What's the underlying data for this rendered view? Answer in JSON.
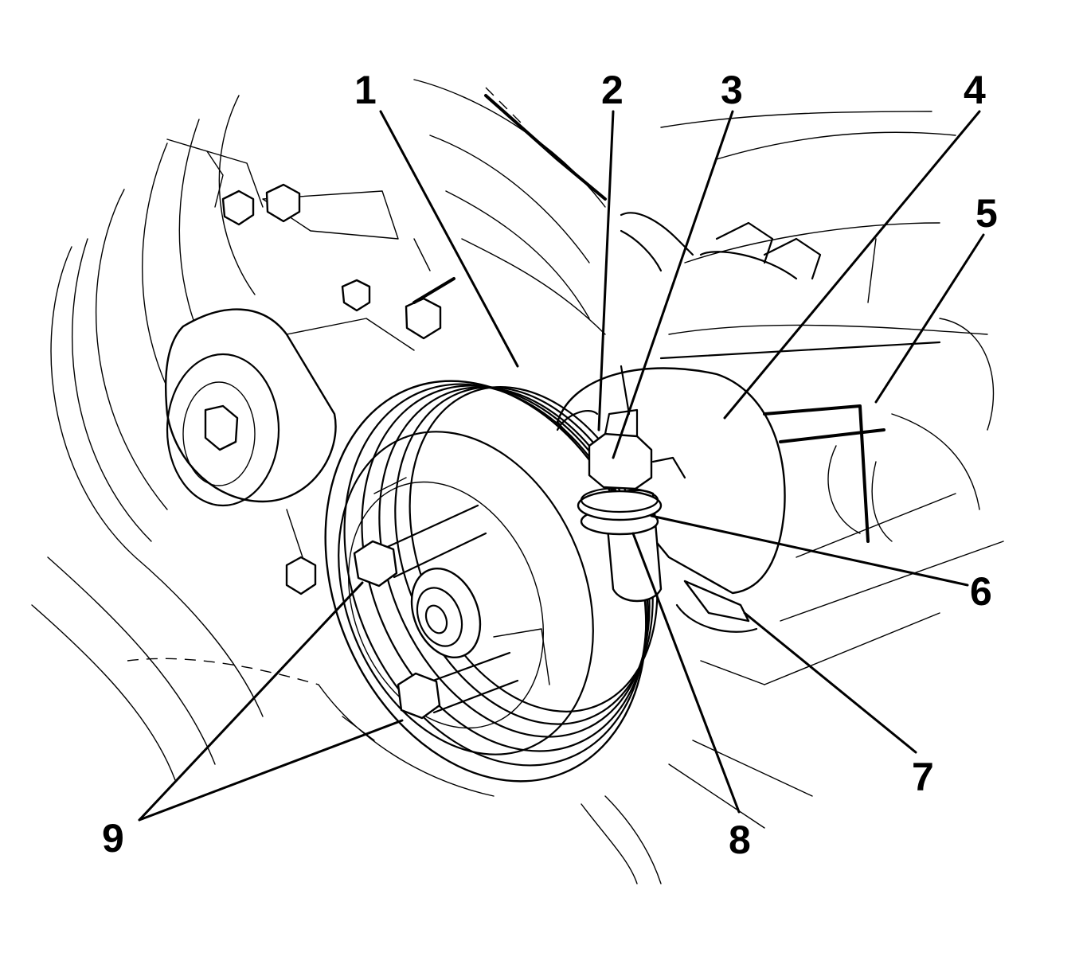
{
  "callouts": [
    {
      "id": "c1",
      "text": "1"
    },
    {
      "id": "c2",
      "text": "2"
    },
    {
      "id": "c3",
      "text": "3"
    },
    {
      "id": "c4",
      "text": "4"
    },
    {
      "id": "c5",
      "text": "5"
    },
    {
      "id": "c6",
      "text": "6"
    },
    {
      "id": "c7",
      "text": "7"
    },
    {
      "id": "c8",
      "text": "8"
    },
    {
      "id": "c9",
      "text": "9"
    }
  ]
}
